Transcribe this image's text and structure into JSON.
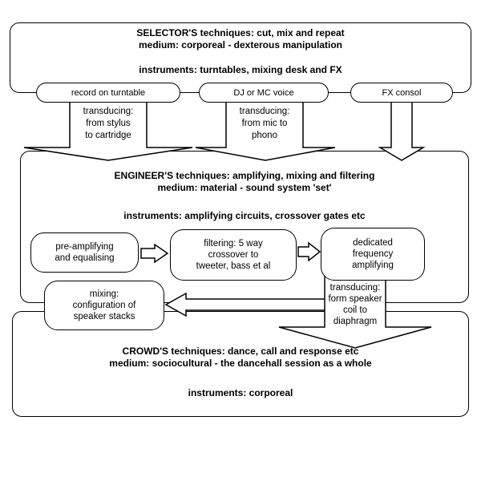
{
  "sections": {
    "selector": {
      "techniques": "SELECTOR'S techniques: cut, mix and repeat",
      "medium": "medium: corporeal - dexterous manipulation",
      "instruments": "instruments: turntables, mixing desk and FX"
    },
    "engineer": {
      "techniques": "ENGINEER'S techniques: amplifying, mixing and filtering",
      "medium": "medium: material - sound system 'set'",
      "instruments": "instruments: amplifying circuits, crossover gates etc"
    },
    "crowd": {
      "techniques": "CROWD'S techniques: dance, call and response etc",
      "medium": "medium: sociocultural - the dancehall session as a whole",
      "instruments": "instruments: corporeal"
    }
  },
  "nodes": {
    "record_on_turntable": "record on turntable",
    "dj_or_mc_voice": "DJ or MC voice",
    "fx_consol": "FX consol",
    "pre_amplifying": "pre-amplifying\nand equalising",
    "filtering": "filtering: 5 way\ncrossover to\ntweeter, bass et al",
    "dedicated_frequency": "dedicated\nfrequency\namplifying",
    "mixing": "mixing:\nconfiguration of\nspeaker stacks"
  },
  "arrow_labels": {
    "transducing_stylus": "transducing:\nfrom stylus\nto cartridge",
    "transducing_mic": "transducing:\nfrom mic to\nphono",
    "transducing_speaker": "transducing:\nform speaker\ncoil to\ndiaphragm"
  },
  "colors": {
    "stroke": "#000000",
    "fill": "#ffffff",
    "background": "#ffffff"
  }
}
